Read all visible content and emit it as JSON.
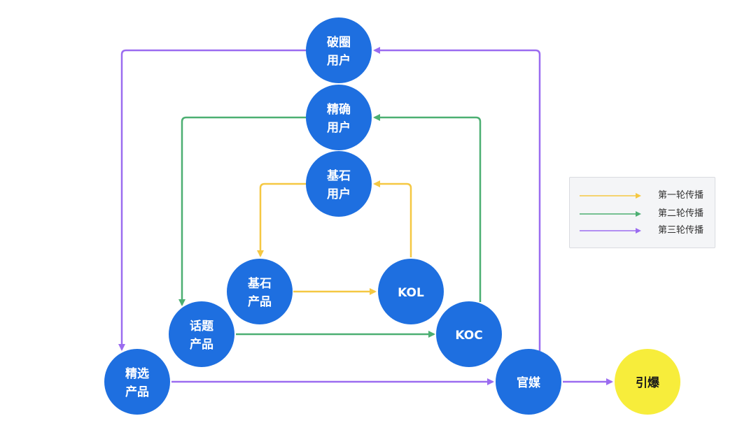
{
  "colors": {
    "node": "#1e6fe0",
    "node_highlight": "#f7ed3b",
    "round1": "#f5c842",
    "round2": "#4caf72",
    "round3": "#9b6cf0"
  },
  "nodes": {
    "pokuan_user": [
      "破圈",
      "用户"
    ],
    "jingque_user": [
      "精确",
      "用户"
    ],
    "jishi_user": [
      "基石",
      "用户"
    ],
    "jishi_product": [
      "基石",
      "产品"
    ],
    "kol": [
      "KOL"
    ],
    "huati_product": [
      "话题",
      "产品"
    ],
    "koc": [
      "KOC"
    ],
    "jingxuan_product": [
      "精选",
      "产品"
    ],
    "guanmei": [
      "官媒"
    ],
    "yinbao": [
      "引爆"
    ]
  },
  "legend": [
    {
      "label": "第一轮传播",
      "color_key": "round1"
    },
    {
      "label": "第二轮传播",
      "color_key": "round2"
    },
    {
      "label": "第三轮传播",
      "color_key": "round3"
    }
  ]
}
